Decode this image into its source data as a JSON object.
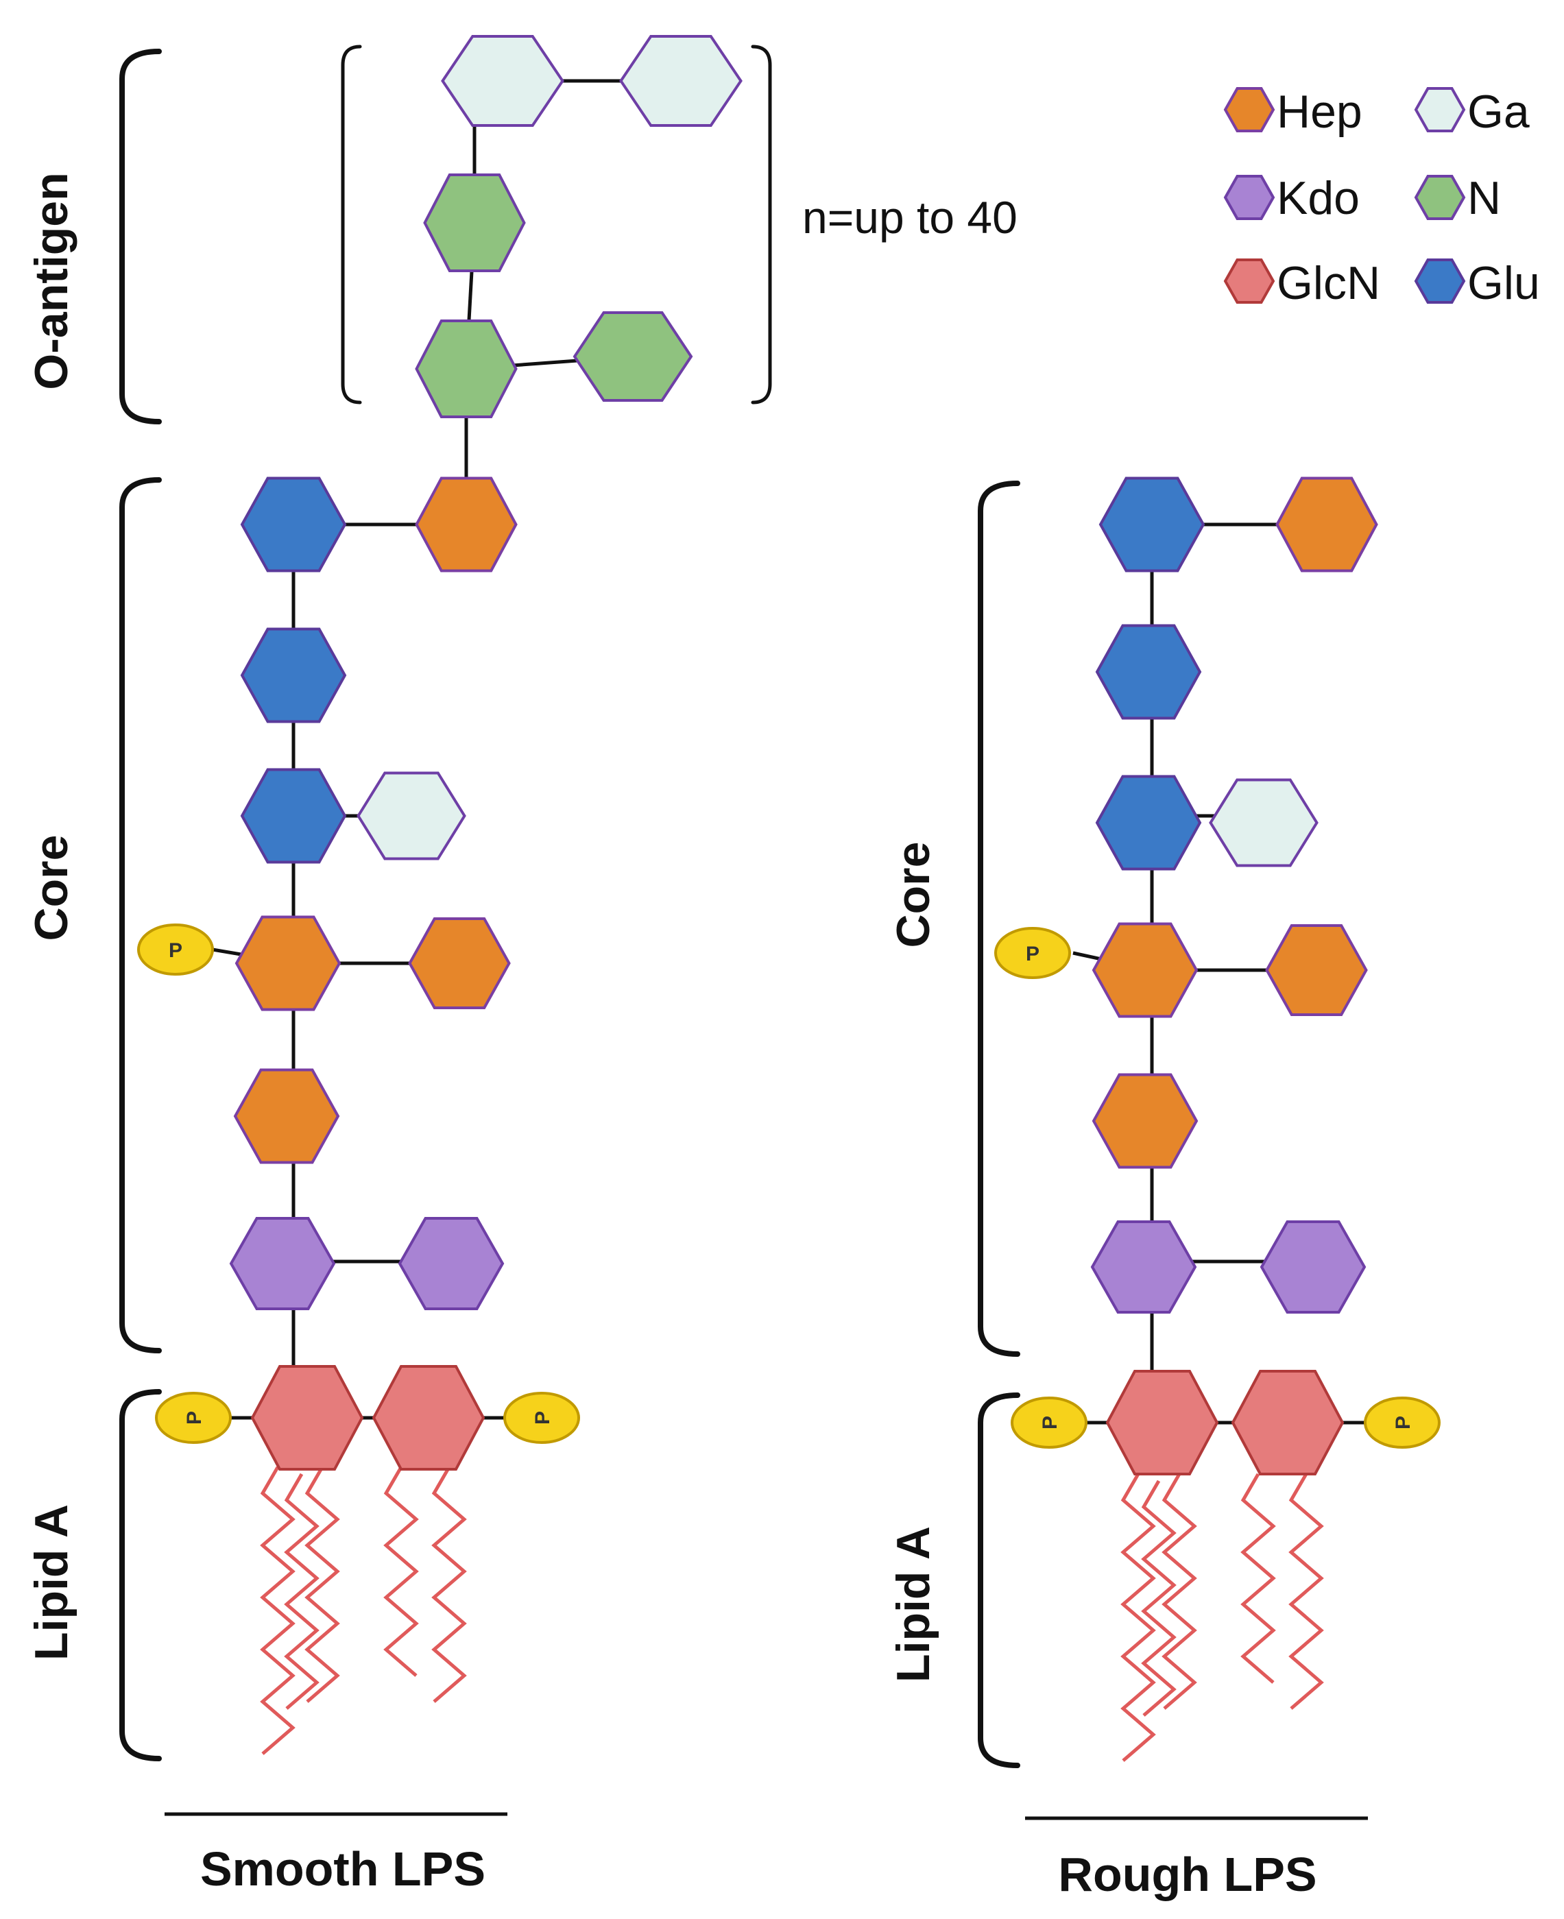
{
  "legend": {
    "items": [
      {
        "key": "hep",
        "label": "Hep"
      },
      {
        "key": "ga",
        "label": "Ga"
      },
      {
        "key": "kdo",
        "label": "Kdo"
      },
      {
        "key": "n",
        "label": "N"
      },
      {
        "key": "glcn",
        "label": "GlcN"
      },
      {
        "key": "glu",
        "label": "Glu"
      }
    ]
  },
  "colors": {
    "hep": {
      "fill": "#e6862a",
      "stroke": "#7a3fa3"
    },
    "ga": {
      "fill": "#e2f1ee",
      "stroke": "#6e3fa6"
    },
    "kdo": {
      "fill": "#a883d3",
      "stroke": "#6e3fa6"
    },
    "n": {
      "fill": "#8fc27f",
      "stroke": "#6e3fa6"
    },
    "glcn": {
      "fill": "#e57c7c",
      "stroke": "#b13a3a"
    },
    "glu": {
      "fill": "#3b7ac7",
      "stroke": "#5a3a9a"
    },
    "phosphate": {
      "fill": "#f6d21b",
      "stroke": "#c19a00"
    },
    "lipid": "#e05a5a",
    "line": "#111111"
  },
  "smooth": {
    "o_antigen_label": "O-antigen",
    "repeat_label": "n=up to 40",
    "core_label": "Core",
    "lipid_label": "Lipid A",
    "phosphate_label": "P",
    "title": "Smooth LPS"
  },
  "rough": {
    "core_label": "Core",
    "lipid_label": "Lipid A",
    "phosphate_label": "P",
    "title": "Rough LPS"
  }
}
